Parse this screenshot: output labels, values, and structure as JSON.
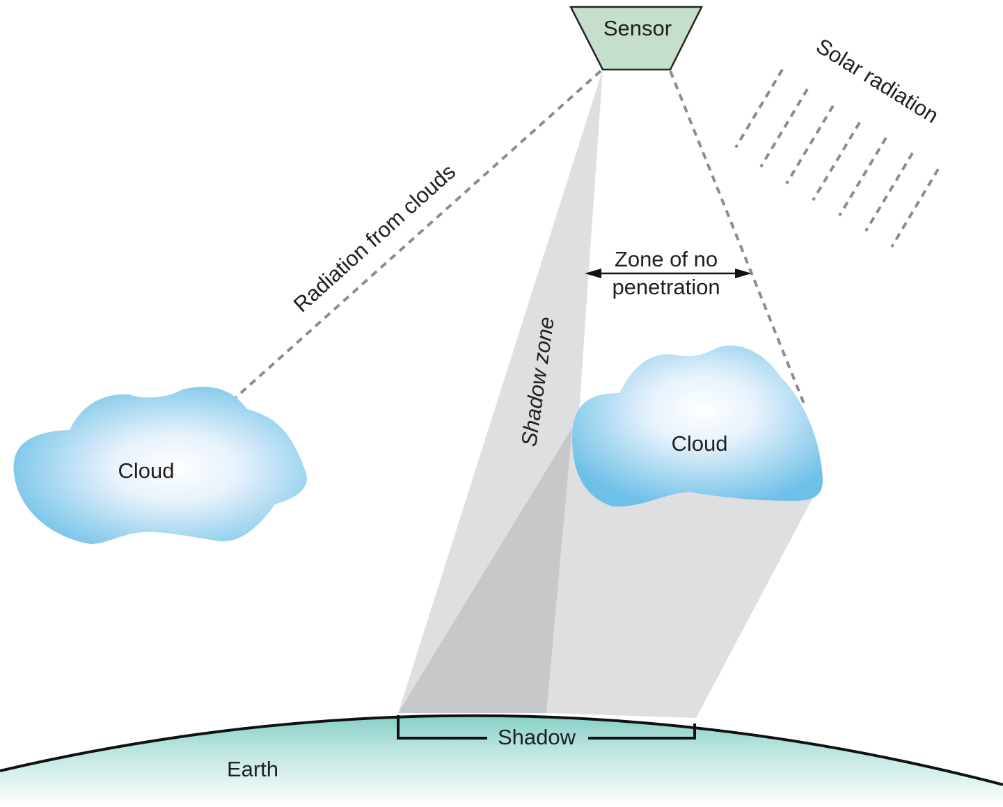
{
  "labels": {
    "sensor": "Sensor",
    "solar_radiation": "Solar radiation",
    "radiation_from_clouds": "Radiation from clouds",
    "zone_of_no_penetration_line1": "Zone of no",
    "zone_of_no_penetration_line2": "penetration",
    "shadow_zone": "Shadow zone",
    "cloud_left": "Cloud",
    "cloud_right": "Cloud",
    "shadow": "Shadow",
    "earth": "Earth"
  },
  "colors": {
    "sensor_fill": "#c6dfcc",
    "cloud_edge": "#6ec0e8",
    "cloud_center": "#ffffff",
    "shadow_light": "#dedfe1",
    "shadow_dark": "#c7c8ca",
    "earth_top": "#86d0c6",
    "earth_bottom": "#ffffff",
    "dashed_line": "#8c8c8c"
  }
}
